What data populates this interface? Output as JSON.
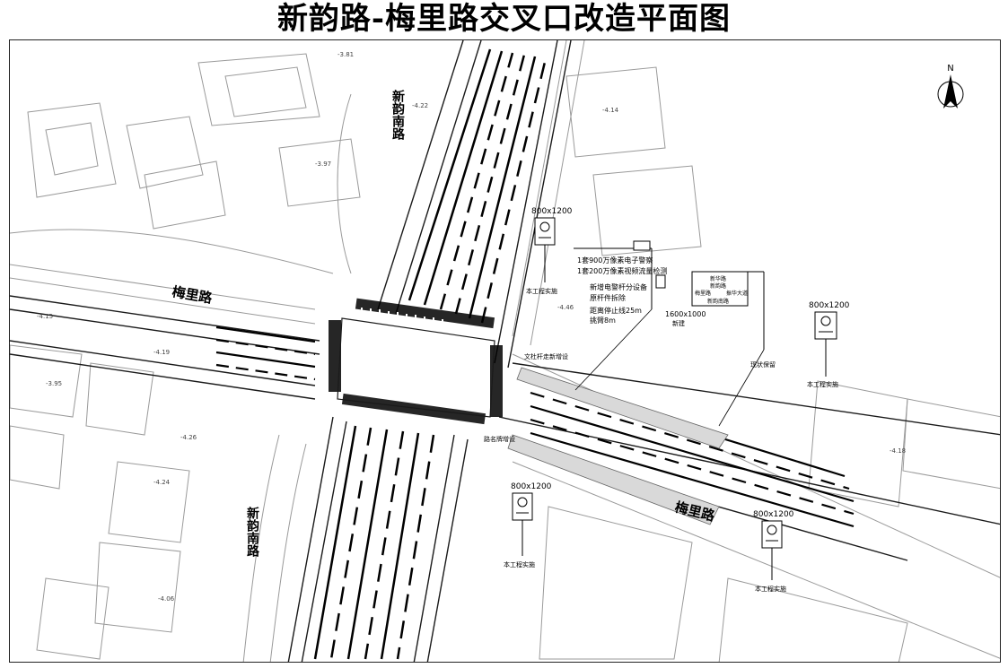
{
  "title": "新韵路-梅里路交叉口改造平面图",
  "roads": {
    "xinyun_north": "新韵南路",
    "xinyun_south": "新韵南路",
    "meili_west": "梅里路",
    "meili_east": "梅里路"
  },
  "north_label": "N",
  "signs": {
    "size_label": "800x1200",
    "note": "本工程实施"
  },
  "callouts": {
    "equipment_lines": [
      "1套900万像素电子警察",
      "1套200万像素视频流量检测",
      "新增电警杆分设备",
      "原杆件拆除",
      "距离停止线25m",
      "挑臂8m"
    ],
    "guide_sign_size": "1600x1000",
    "guide_sign_status": "新建",
    "lamp_post_note": "文杜杆走新增设",
    "sign_keep": "现状保留",
    "road_name_sign": "路名牌增设"
  },
  "guide_sign_text": {
    "north": "新华路",
    "north2": "新韵路",
    "west": "梅里路",
    "east": "振华大道",
    "south": "新韵南路"
  },
  "elevations": [
    "-4.22",
    "-3.81",
    "-4.14",
    "-3.95",
    "-4.15",
    "-4.19",
    "-4.26",
    "-4.24",
    "-4.06",
    "-4.46",
    "-4.18",
    "-3.97"
  ],
  "colors": {
    "line": "#1a1a1a",
    "faint": "#8a8a8a",
    "thick": "#000000"
  }
}
